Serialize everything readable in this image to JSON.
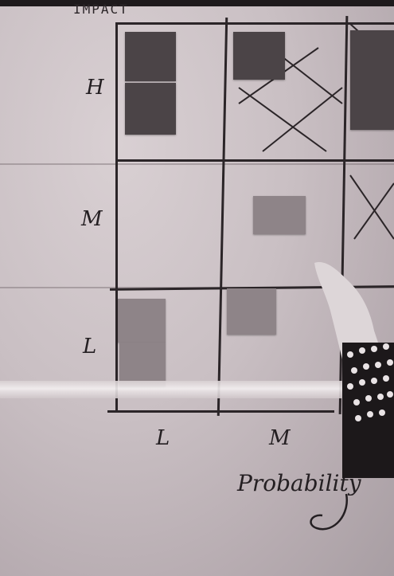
{
  "photo": {
    "title_text": "IMPACT",
    "row_labels": [
      "H",
      "M",
      "L"
    ],
    "column_labels": [
      "L",
      "M"
    ],
    "axis_label": "Probability"
  },
  "colors": {
    "paper": "#c9bfc3",
    "marker": "#2b2528",
    "sticky_note": "#4b4447"
  }
}
